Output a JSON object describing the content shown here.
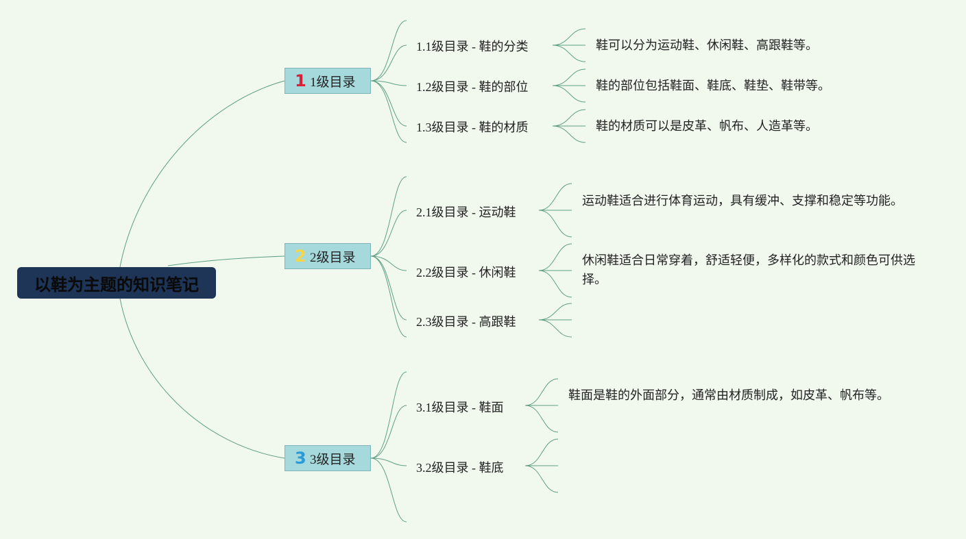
{
  "title": "以鞋为主题的知识笔记",
  "branches": [
    {
      "badge": "1",
      "badge_color": "#d8203a",
      "label": "1级目录",
      "children": [
        {
          "label": "1.1级目录 - 鞋的分类",
          "note": "鞋可以分为运动鞋、休闲鞋、高跟鞋等。"
        },
        {
          "label": "1.2级目录 - 鞋的部位",
          "note": "鞋的部位包括鞋面、鞋底、鞋垫、鞋带等。"
        },
        {
          "label": "1.3级目录 - 鞋的材质",
          "note": "鞋的材质可以是皮革、帆布、人造革等。"
        }
      ]
    },
    {
      "badge": "2",
      "badge_color": "#f3d64a",
      "label": "2级目录",
      "children": [
        {
          "label": "2.1级目录 - 运动鞋",
          "note": "运动鞋适合进行体育运动，具有缓冲、支撑和稳定等功能。"
        },
        {
          "label": "2.2级目录 - 休闲鞋",
          "note": "休闲鞋适合日常穿着，舒适轻便，多样化的款式和颜色可供选择。"
        },
        {
          "label": "2.3级目录 - 高跟鞋",
          "note": ""
        }
      ]
    },
    {
      "badge": "3",
      "badge_color": "#2a9ad8",
      "label": "3级目录",
      "children": [
        {
          "label": "3.1级目录 - 鞋面",
          "note": "鞋面是鞋的外面部分，通常由材质制成，如皮革、帆布等。"
        },
        {
          "label": "3.2级目录 - 鞋底",
          "note": ""
        }
      ]
    }
  ],
  "colors": {
    "background": "#f1f9ef",
    "root_fill": "#1e3557",
    "node_fill": "#a6d9dc",
    "line": "#5f9f86"
  }
}
